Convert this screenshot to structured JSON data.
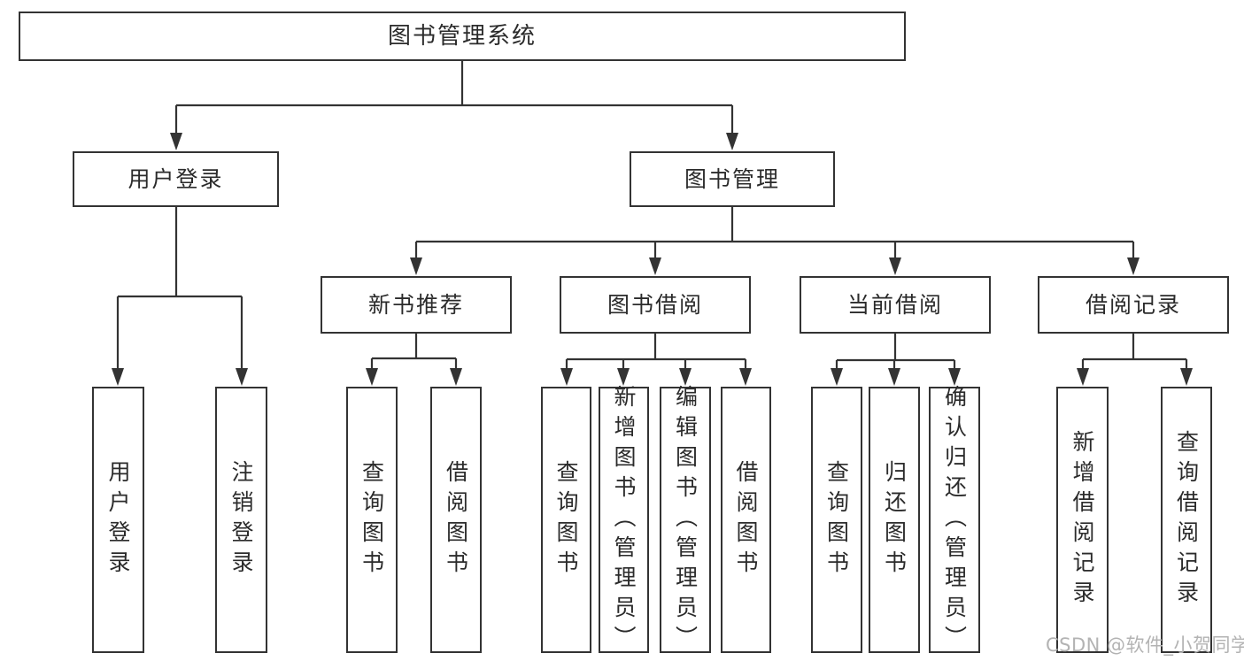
{
  "colors": {
    "line": "#333333",
    "text": "#2b2b2b",
    "background": "#ffffff",
    "watermark": "#b3b3b3"
  },
  "watermark": {
    "text": "CSDN @软件_小贺同学"
  },
  "diagram": {
    "type": "tree",
    "root": {
      "label": "图书管理系统"
    },
    "branches": [
      {
        "label": "用户登录",
        "children": [
          {
            "label": "用户登录"
          },
          {
            "label": "注销登录"
          }
        ]
      },
      {
        "label": "图书管理",
        "children": [
          {
            "label": "新书推荐",
            "children": [
              {
                "label": "查询图书"
              },
              {
                "label": "借阅图书"
              }
            ]
          },
          {
            "label": "图书借阅",
            "children": [
              {
                "label": "查询图书"
              },
              {
                "label": "新增图书（管理员）"
              },
              {
                "label": "编辑图书（管理员）"
              },
              {
                "label": "借阅图书"
              }
            ]
          },
          {
            "label": "当前借阅",
            "children": [
              {
                "label": "查询图书"
              },
              {
                "label": "归还图书"
              },
              {
                "label": "确认归还（管理员）"
              }
            ]
          },
          {
            "label": "借阅记录",
            "children": [
              {
                "label": "新增借阅记录"
              },
              {
                "label": "查询借阅记录"
              }
            ]
          }
        ]
      }
    ]
  }
}
